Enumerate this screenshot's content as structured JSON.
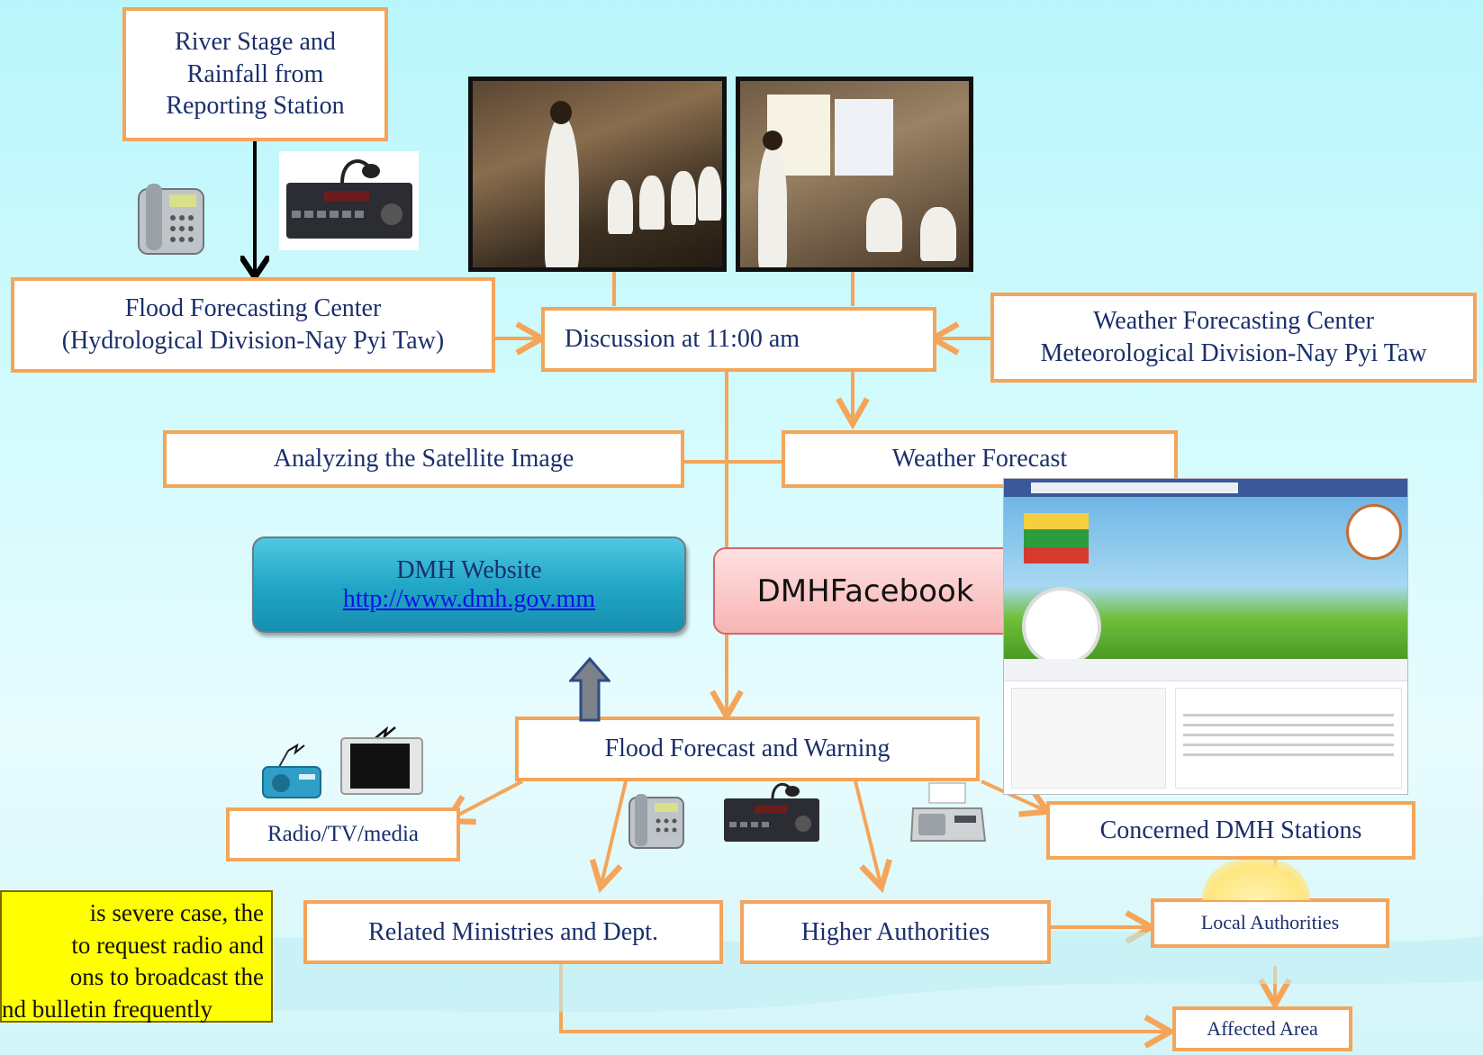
{
  "boxes": {
    "river_stage": [
      "River Stage and",
      "Rainfall from",
      "Reporting Station"
    ],
    "flood_center": [
      "Flood Forecasting Center",
      "(Hydrological Division-Nay Pyi Taw)"
    ],
    "discussion": "Discussion at 11:00 am",
    "weather_center": [
      "Weather Forecasting Center",
      "Meteorological Division-Nay Pyi Taw"
    ],
    "satellite": "Analyzing the  Satellite Image",
    "weather_forecast": "Weather Forecast",
    "flood_warning": "Flood Forecast and Warning",
    "radio_tv": "Radio/TV/media",
    "ministries": "Related Ministries and Dept.",
    "higher_authorities": "Higher Authorities",
    "dmh_stations": "Concerned  DMH Stations",
    "local_authorities": "Local Authorities",
    "affected_area": "Affected Area"
  },
  "website": {
    "title": "DMH Website",
    "url": "http://www.dmh.gov.mm"
  },
  "facebook": {
    "label": "DMHFacebook"
  },
  "note": [
    "is   severe   case,   the",
    "to  request  radio  and",
    "ons  to   broadcast   the",
    "nd bulletin  frequently"
  ],
  "colors": {
    "box_border": "#f4a55a",
    "text": "#1a2f6b",
    "note_bg": "#ffff00",
    "website": "#23a7c7",
    "facebook": "#f7b5b5"
  },
  "icons": [
    "telephone-icon",
    "radio-transceiver-icon",
    "radio-icon",
    "tv-icon",
    "fax-icon",
    "up-arrow-icon"
  ]
}
